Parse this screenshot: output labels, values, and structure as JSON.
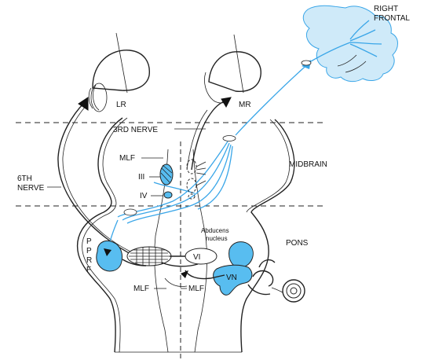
{
  "labels": {
    "right_frontal_1": "RIGHT",
    "right_frontal_2": "FRONTAL",
    "lr": "LR",
    "mr": "MR",
    "third_nerve": "3RD NERVE",
    "midbrain": "MIDBRAIN",
    "mlf_upper": "MLF",
    "iii": "III",
    "iv": "IV",
    "sixth_nerve_1": "6TH",
    "sixth_nerve_2": "NERVE",
    "abducens_1": "Abducens",
    "abducens_2": "nucleus",
    "pons": "PONS",
    "pprf": [
      "P",
      "P",
      "R",
      "F"
    ],
    "vi": "VI",
    "vn": "VN",
    "mlf_left": "MLF",
    "mlf_right": "MLF"
  },
  "colors": {
    "accent_blue": "#58bdf0",
    "light_blue": "#cfeaf9",
    "line_blue": "#3aa6e8",
    "ink": "#222222"
  }
}
